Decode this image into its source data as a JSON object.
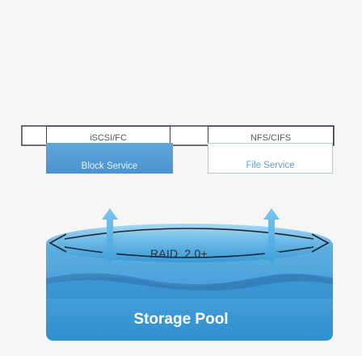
{
  "protocols": {
    "left": "iSCSI/FC",
    "right": "NFS/CIFS"
  },
  "services": {
    "block": "Block Service",
    "file": "File Service"
  },
  "raid_label": "RAID  2.0+",
  "pool_label": "Storage Pool",
  "colors": {
    "outline": "#3b4250",
    "block_fill": "#4a93cf",
    "file_border": "#a9cbea",
    "pool_top": "#8ec9ee",
    "pool_bottom": "#3b9bd6",
    "arrow": "#5bb4e6"
  }
}
